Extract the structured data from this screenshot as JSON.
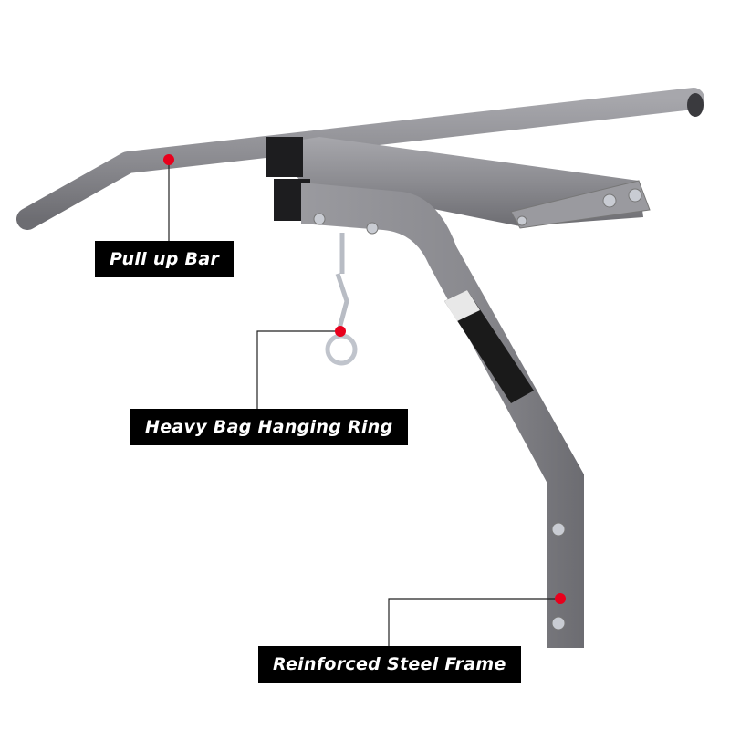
{
  "colors": {
    "frame": "#8d8d92",
    "frame_dark": "#6f6f74",
    "marker": "#e8001c",
    "label_bg": "#000000",
    "label_text": "#ffffff"
  },
  "callouts": [
    {
      "label": "Pull up Bar"
    },
    {
      "label": "Heavy Bag Hanging Ring"
    },
    {
      "label": "Reinforced Steel Frame"
    }
  ]
}
